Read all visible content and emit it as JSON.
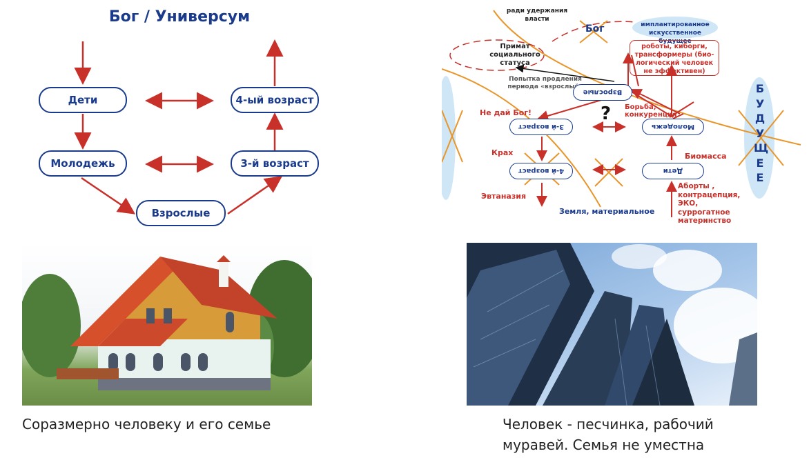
{
  "left_diagram": {
    "title": "Бог / Универсум",
    "nodes": {
      "children": "Дети",
      "youth": "Молодежь",
      "adults": "Взрослые",
      "third_age": "3-й возраст",
      "fourth_age": "4-ый возраст"
    }
  },
  "right_diagram": {
    "top_label": "ради удержания власти",
    "god_crossed": "Бог",
    "implanted_future": "имплантированное искусственное будущее",
    "robots_box": "роботы, киборги, трансформеры (био-логический человек не эффективен)",
    "status_primacy": "Примат социального статуса",
    "attempt_extend": "Попытка продления периода «взрослый»",
    "nodes": {
      "adults": "Взрослые",
      "third": "3-й возраст",
      "youth": "Молодежь",
      "fourth": "4-й возраст",
      "children": "Дети"
    },
    "no_god": "Не дай Бог!",
    "struggle": "Борьба, конкуренция",
    "question": "?",
    "crash": "Крах",
    "biomass": "Биомасса",
    "euthanasia": "Эвтаназия",
    "earth": "Земля, материальное",
    "abortions": "Аборты , контрацепция, ЭКО, суррогатное материнство",
    "future_vertical": [
      "Б",
      "У",
      "Д",
      "У",
      "Щ",
      "Е",
      "Е"
    ]
  },
  "captions": {
    "house": "Соразмерно человеку и его семье",
    "skyscraper_line1": "Человек - песчинка, рабочий",
    "skyscraper_line2": "муравей. Семья не уместна"
  },
  "colors": {
    "blue": "#1a3a8c",
    "red": "#c8302a",
    "orange": "#e8962a"
  }
}
